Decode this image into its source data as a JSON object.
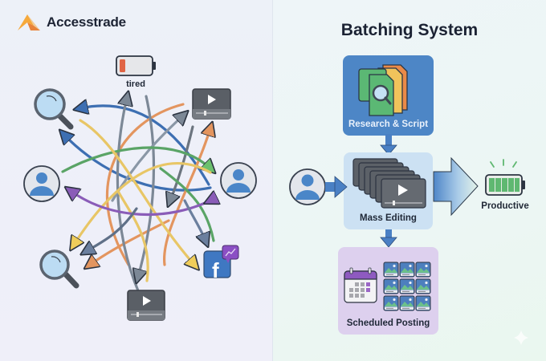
{
  "brand": {
    "name": "Accesstrade",
    "logo_icon": "accesstrade-logo-icon"
  },
  "left_panel": {
    "theme": "chaotic-workflow",
    "battery": {
      "label": "tired",
      "level": 0.2,
      "color": "#e06444"
    },
    "icons": [
      "magnifier-icon",
      "video-player-icon",
      "user-avatar-icon",
      "facebook-icon",
      "chart-bubble-icon"
    ],
    "arrow_colors": [
      "#3d6fb2",
      "#e3955f",
      "#7c8896",
      "#5aa466",
      "#e8c666",
      "#8a5cb8",
      "#5f7088"
    ]
  },
  "right_panel": {
    "title": "Batching System",
    "steps": [
      {
        "label": "Research & Script",
        "color": "#4d86c6",
        "icon": "documents-search-icon"
      },
      {
        "label": "Mass Editing",
        "color": "#cce1f3",
        "icon": "video-stack-icon"
      },
      {
        "label": "Scheduled Posting",
        "color": "#ddd0ee",
        "icon": "calendar-images-icon"
      }
    ],
    "battery": {
      "label": "Productive",
      "level": 1.0,
      "color": "#5fb871"
    },
    "colors": {
      "arrow": "#4a80c4",
      "accent": "#4d86c6"
    }
  }
}
